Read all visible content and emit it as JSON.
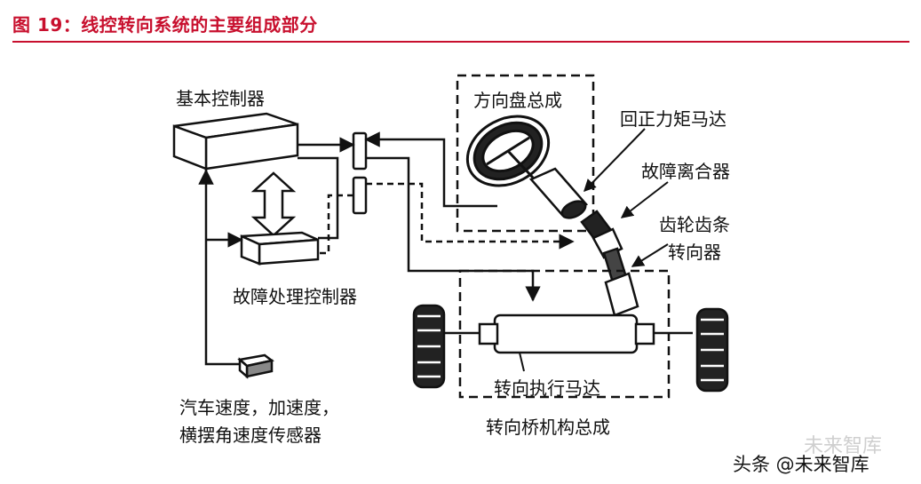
{
  "header": {
    "title": "图 19：线控转向系统的主要组成部分"
  },
  "labels": {
    "basic_controller": "基本控制器",
    "steering_wheel_assembly": "方向盘总成",
    "return_torque_motor": "回正力矩马达",
    "fault_clutch": "故障离合器",
    "rack_pinion_line1": "齿轮齿条",
    "rack_pinion_line2": "转向器",
    "fault_controller": "故障处理控制器",
    "steering_actuator_motor": "转向执行马达",
    "steering_axle_assembly": "转向桥机构总成",
    "sensors_line1": "汽车速度，加速度，",
    "sensors_line2": "横摆角速度传感器"
  },
  "watermark": {
    "faint": "未来智库",
    "main": "头条 @未来智库"
  },
  "colors": {
    "title": "#c8102e",
    "line": "#111111"
  }
}
